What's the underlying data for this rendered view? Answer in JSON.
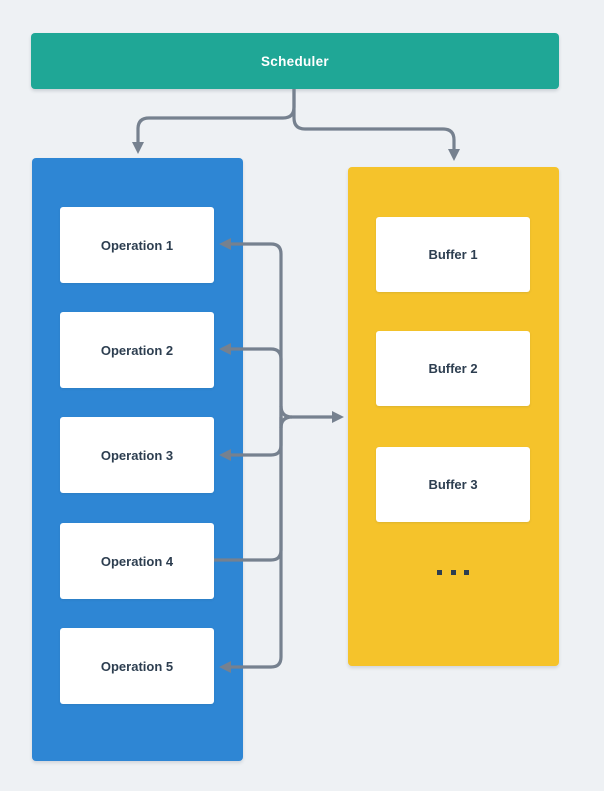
{
  "diagram": {
    "background_color": "#eef1f4",
    "connector_color": "#76818f",
    "text_color": "#2d3e50"
  },
  "scheduler": {
    "label": "Scheduler",
    "color": "#1fa796"
  },
  "operations": {
    "container_color": "#2e86d4",
    "items": [
      {
        "label": "Operation 1"
      },
      {
        "label": "Operation 2"
      },
      {
        "label": "Operation 3"
      },
      {
        "label": "Operation 4"
      },
      {
        "label": "Operation 5"
      }
    ]
  },
  "buffers": {
    "container_color": "#f5c32b",
    "items": [
      {
        "label": "Buffer 1"
      },
      {
        "label": "Buffer 2"
      },
      {
        "label": "Buffer 3"
      }
    ],
    "more_label": "..."
  }
}
